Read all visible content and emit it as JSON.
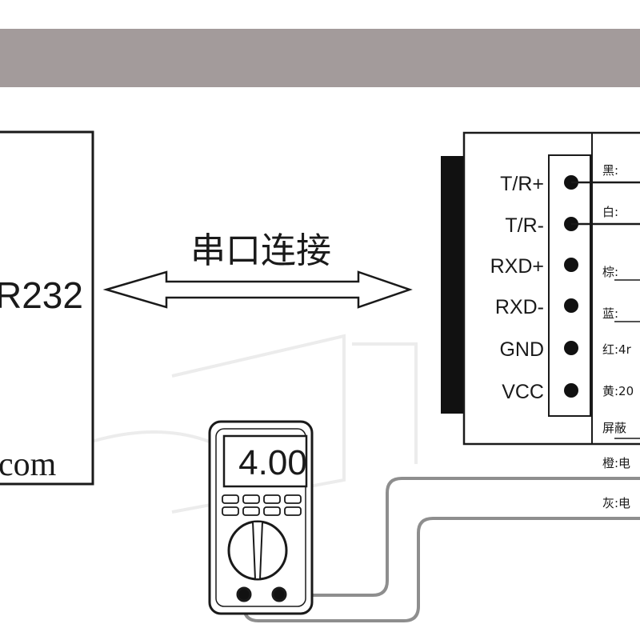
{
  "header_band": {
    "color": "#a39b9b"
  },
  "left_device": {
    "text_fragment_1": "R232",
    "text_fragment_2": "com"
  },
  "connection": {
    "label": "串口连接",
    "arrow": "double-headed-arrow"
  },
  "terminal_block": {
    "pins": [
      {
        "label": "T/R+"
      },
      {
        "label": "T/R-"
      },
      {
        "label": "RXD+"
      },
      {
        "label": "RXD-"
      },
      {
        "label": "GND"
      },
      {
        "label": "VCC"
      }
    ],
    "wire_labels": [
      "黑:",
      "白:",
      "棕:",
      "蓝:",
      "红:4r",
      "黄:20",
      "屏蔽",
      "橙:电",
      "灰:电"
    ]
  },
  "multimeter": {
    "display_value": "4.00",
    "colors": {
      "body": "#ffffff",
      "outline": "#1a1a1a",
      "display_bg": "#ffffff"
    }
  },
  "colors": {
    "line": "#1a1a1a",
    "probe_wire": "#8e8e8e",
    "watermark": "#e9e9e9"
  }
}
